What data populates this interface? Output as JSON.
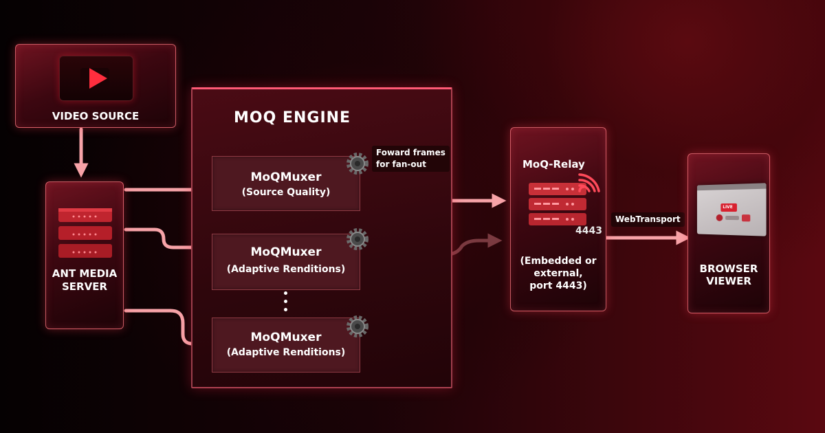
{
  "nodes": {
    "video_source": "VIDEO SOURCE",
    "ant_media_server": [
      "ANT MEDIA",
      "SERVER"
    ],
    "moq_engine": "MOQ ENGINE",
    "muxer1": {
      "title": "MoQMuxer",
      "subtitle": "(Source Quality)"
    },
    "muxer2": {
      "title": "MoQMuxer",
      "subtitle": "(Adaptive Renditions)"
    },
    "muxer3": {
      "title": "MoQMuxer",
      "subtitle": "(Adaptive Renditions)"
    },
    "relay": {
      "title": "MoQ-Relay",
      "port": "4443",
      "note": [
        "(Embedded or",
        "external,",
        "port 4443)"
      ]
    },
    "browser_viewer": [
      "BROWSER",
      "VIEWER"
    ]
  },
  "annotations": {
    "fanout": [
      "Foward frames",
      "for fan-out"
    ],
    "webtransport": "WebTransport"
  },
  "colors": {
    "arrow": "#f7a3a8",
    "arrow_dim": "#7a3a40",
    "accent": "#ff3b4e",
    "card_border": "#ff7882"
  },
  "icons": [
    "play-icon",
    "server-icon",
    "gear-icon",
    "wifi-icon",
    "browser-icon"
  ]
}
